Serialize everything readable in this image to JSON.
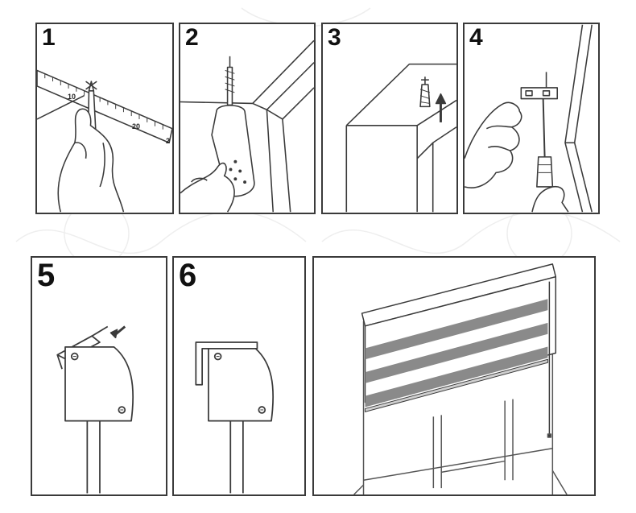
{
  "steps": [
    {
      "number": "1",
      "ruler_marks": [
        "10",
        "20",
        "2"
      ]
    },
    {
      "number": "2"
    },
    {
      "number": "3"
    },
    {
      "number": "4"
    },
    {
      "number": "5"
    },
    {
      "number": "6"
    }
  ],
  "colors": {
    "line": "#3a3a3a",
    "stripe": "#8a8a8a",
    "frame": "#555555"
  }
}
